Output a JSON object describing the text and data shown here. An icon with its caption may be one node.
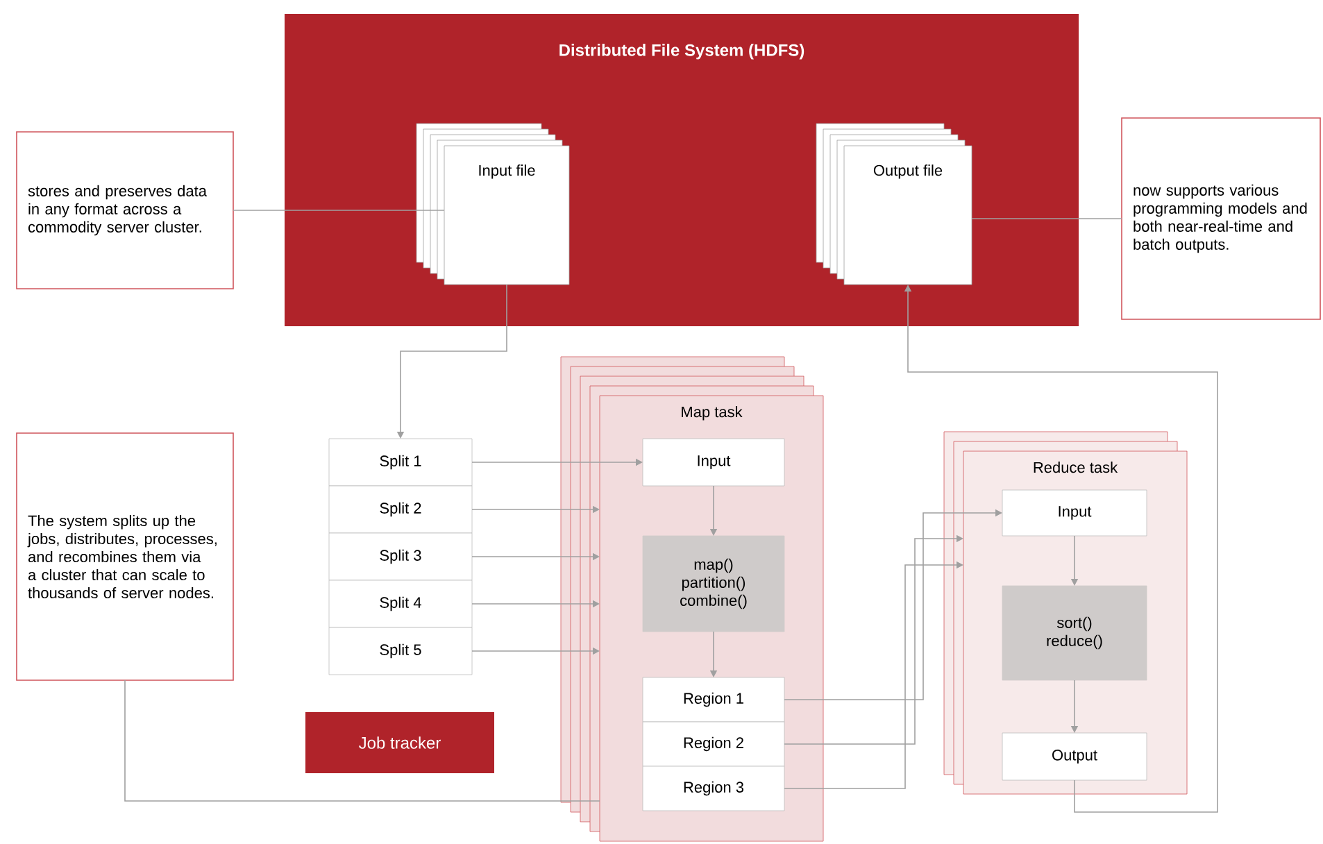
{
  "diagram": {
    "nodes": [
      {
        "text": [
          "Distributed File System (HDFS)"
        ]
      },
      {
        "text": [
          "Input file"
        ],
        "in": 0
      },
      {
        "text": [
          "Output file"
        ],
        "in": 0
      },
      {
        "text": [
          "stores and preserves data in any format across a commodity server cluster."
        ]
      },
      {
        "text": [
          "now supports various programming models and both near-real-time and batch outputs."
        ]
      },
      {
        "text": [
          "The system splits up the jobs, distributes, processes, and recombines them via a cluster that can scale to thousands of server nodes."
        ]
      },
      {
        "text": [
          "Split 1"
        ]
      },
      {
        "text": [
          "Split 2"
        ]
      },
      {
        "text": [
          "Split 3"
        ]
      },
      {
        "text": [
          "Split 4"
        ]
      },
      {
        "text": [
          "Split 5"
        ]
      },
      {
        "text": [
          "Job tracker"
        ]
      },
      {
        "text": [
          "Map task"
        ]
      },
      {
        "text": [
          "Input"
        ],
        "in": 12
      },
      {
        "text": [
          "map() partition() combine()"
        ],
        "in": 12
      },
      {
        "text": [
          "Region 1"
        ],
        "in": 12
      },
      {
        "text": [
          "Region 2"
        ],
        "in": 12
      },
      {
        "text": [
          "Region 3"
        ],
        "in": 12
      },
      {
        "text": [
          "Reduce task"
        ]
      },
      {
        "text": [
          "Input"
        ],
        "in": 18
      },
      {
        "text": [
          "sort() reduce()"
        ],
        "in": 18
      },
      {
        "text": [
          "Output"
        ],
        "in": 18
      }
    ],
    "edges": [
      {
        "from": 3,
        "to": 1,
        "arrow": "none"
      },
      {
        "from": 4,
        "to": 2,
        "arrow": "none"
      },
      {
        "from": 1,
        "to": 6,
        "arrow": "to"
      },
      {
        "from": 6,
        "to": 13,
        "arrow": "to"
      },
      {
        "from": 7,
        "to": 12,
        "arrow": "to"
      },
      {
        "from": 8,
        "to": 12,
        "arrow": "to"
      },
      {
        "from": 9,
        "to": 12,
        "arrow": "to"
      },
      {
        "from": 10,
        "to": 12,
        "arrow": "to"
      },
      {
        "from": 5,
        "to": 12,
        "arrow": "none"
      },
      {
        "from": 13,
        "to": 14,
        "arrow": "to"
      },
      {
        "from": 14,
        "to": 15,
        "arrow": "to"
      },
      {
        "from": 15,
        "to": 19,
        "arrow": "to"
      },
      {
        "from": 16,
        "to": 18,
        "arrow": "to"
      },
      {
        "from": 17,
        "to": 18,
        "arrow": "to"
      },
      {
        "from": 19,
        "to": 20,
        "arrow": "to"
      },
      {
        "from": 20,
        "to": 21,
        "arrow": "to"
      },
      {
        "from": 21,
        "to": 2,
        "arrow": "to"
      }
    ]
  }
}
